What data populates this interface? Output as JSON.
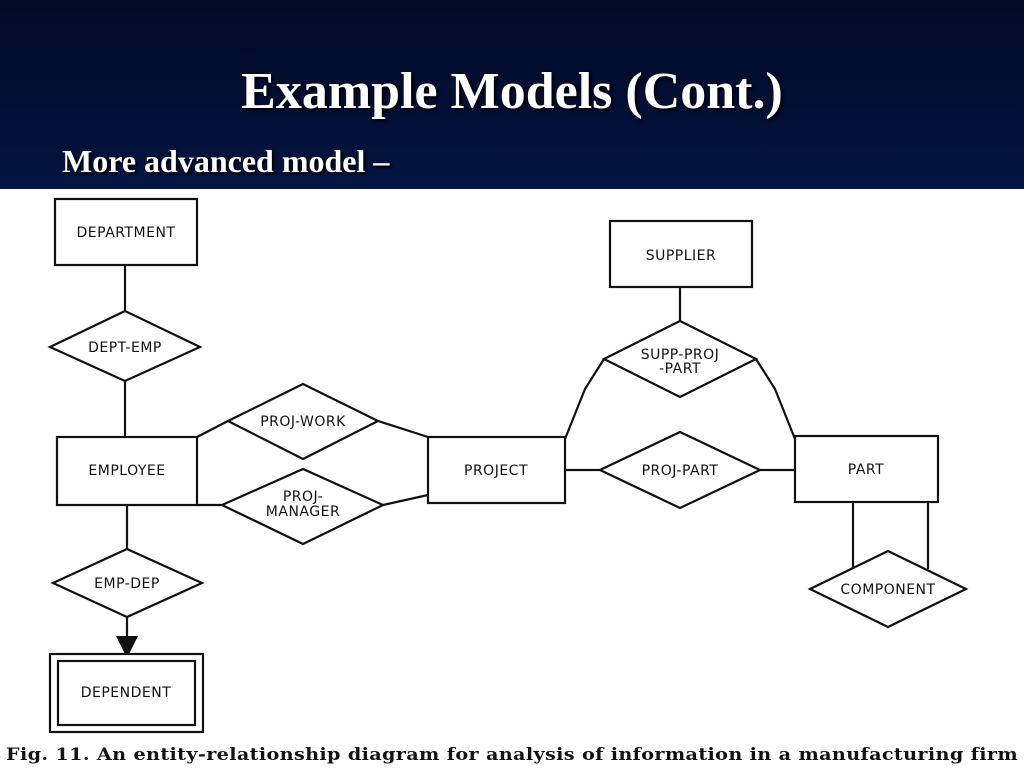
{
  "slide": {
    "title": "Example Models (Cont.)",
    "subtitle": "More advanced model –"
  },
  "diagram": {
    "entities": {
      "department": "DEPARTMENT",
      "employee": "EMPLOYEE",
      "dependent": "DEPENDENT",
      "project": "PROJECT",
      "supplier": "SUPPLIER",
      "part": "PART"
    },
    "relationships": {
      "dept_emp": "DEPT-EMP",
      "emp_dep": "EMP-DEP",
      "proj_work": "PROJ-WORK",
      "proj_manager_line1": "PROJ-",
      "proj_manager_line2": "MANAGER",
      "supp_proj_part_line1": "SUPP-PROJ",
      "supp_proj_part_line2": "-PART",
      "proj_part": "PROJ-PART",
      "component": "COMPONENT"
    },
    "caption": "Fig. 11. An entity-relationship diagram for analysis of information in a manufacturing firm"
  },
  "colors": {
    "background_top": "#000a26",
    "background_bottom": "#0c2678",
    "title_text": "#ffffff",
    "diagram_bg": "#ffffff",
    "ink": "#111111"
  }
}
